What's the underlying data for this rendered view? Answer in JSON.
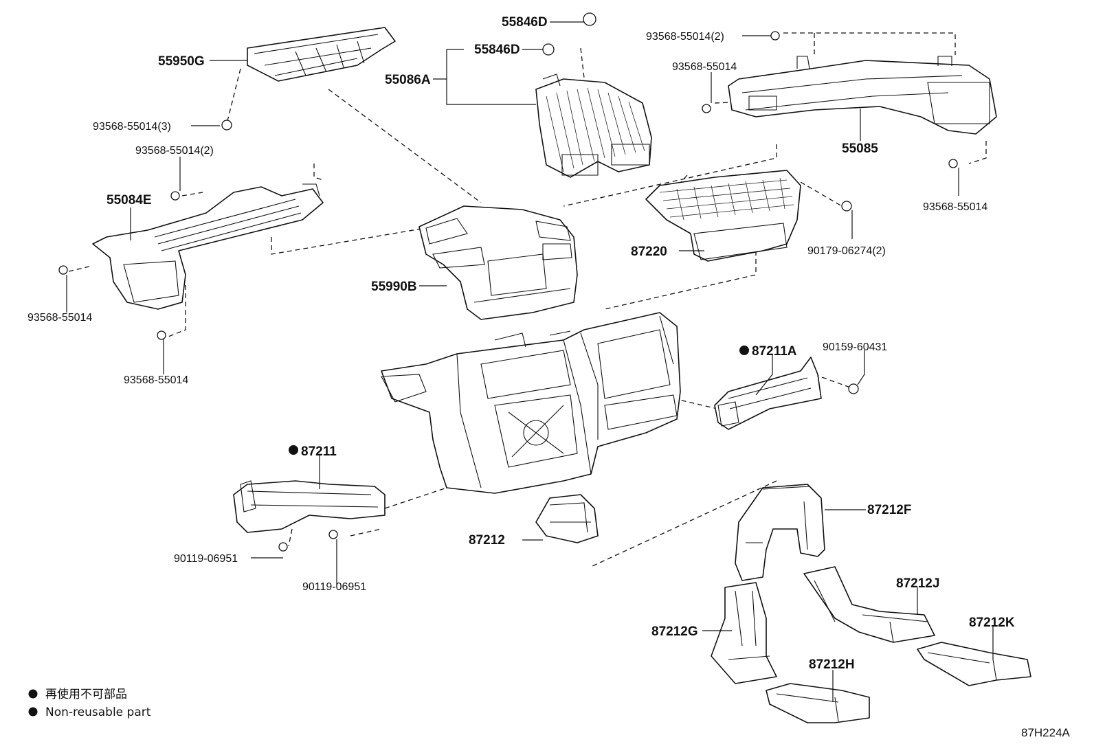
{
  "labels": {
    "l_55950G": "55950G",
    "l_55846D_top": "55846D",
    "l_55846D": "55846D",
    "l_55086A": "55086A",
    "l_93568_2_top": "93568-55014(2)",
    "l_93568_top_right": "93568-55014",
    "l_55085": "55085",
    "l_93568_3": "93568-55014(3)",
    "l_93568_2_left": "93568-55014(2)",
    "l_55084E": "55084E",
    "l_93568_right": "93568-55014",
    "l_87220": "87220",
    "l_90179": "90179-06274(2)",
    "l_55990B": "55990B",
    "l_93568_left": "93568-55014",
    "l_87211A": "87211A",
    "l_90159": "90159-60431",
    "l_93568_left2": "93568-55014",
    "l_87211": "87211",
    "l_87212F": "87212F",
    "l_87212": "87212",
    "l_90119_a": "90119-06951",
    "l_90119_b": "90119-06951",
    "l_87212J": "87212J",
    "l_87212G": "87212G",
    "l_87212K": "87212K",
    "l_87212H": "87212H"
  },
  "legend": {
    "line1": "再使用不可部品",
    "line2": "Non-reusable part"
  },
  "figure_id": "87H224A",
  "non_reusable_marker": "●"
}
